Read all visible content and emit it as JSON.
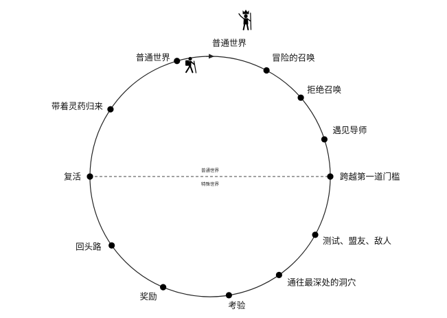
{
  "journey": {
    "stages": [
      {
        "id": "ordinary-world-start",
        "label": "普通世界"
      },
      {
        "id": "call-to-adventure",
        "label": "冒险的召唤"
      },
      {
        "id": "refusal-of-call",
        "label": "拒绝召唤"
      },
      {
        "id": "meeting-mentor",
        "label": "遇见导师"
      },
      {
        "id": "crossing-threshold",
        "label": "跨越第一道门槛"
      },
      {
        "id": "tests-allies-enemies",
        "label": "测试、盟友、敌人"
      },
      {
        "id": "approach-inmost-cave",
        "label": "通往最深处的洞穴"
      },
      {
        "id": "ordeal",
        "label": "考验"
      },
      {
        "id": "reward",
        "label": "奖励"
      },
      {
        "id": "road-back",
        "label": "回头路"
      },
      {
        "id": "resurrection",
        "label": "复活"
      },
      {
        "id": "return-with-elixir",
        "label": "带着灵药归来"
      },
      {
        "id": "ordinary-world-end",
        "label": "普通世界"
      }
    ],
    "divider": {
      "upper_label": "普通世界",
      "lower_label": "特殊世界"
    },
    "icons": {
      "start": "hiker-icon",
      "end": "victorious-hero-icon"
    },
    "colors": {
      "line": "#222222",
      "dot": "#000000",
      "text": "#111111"
    }
  }
}
